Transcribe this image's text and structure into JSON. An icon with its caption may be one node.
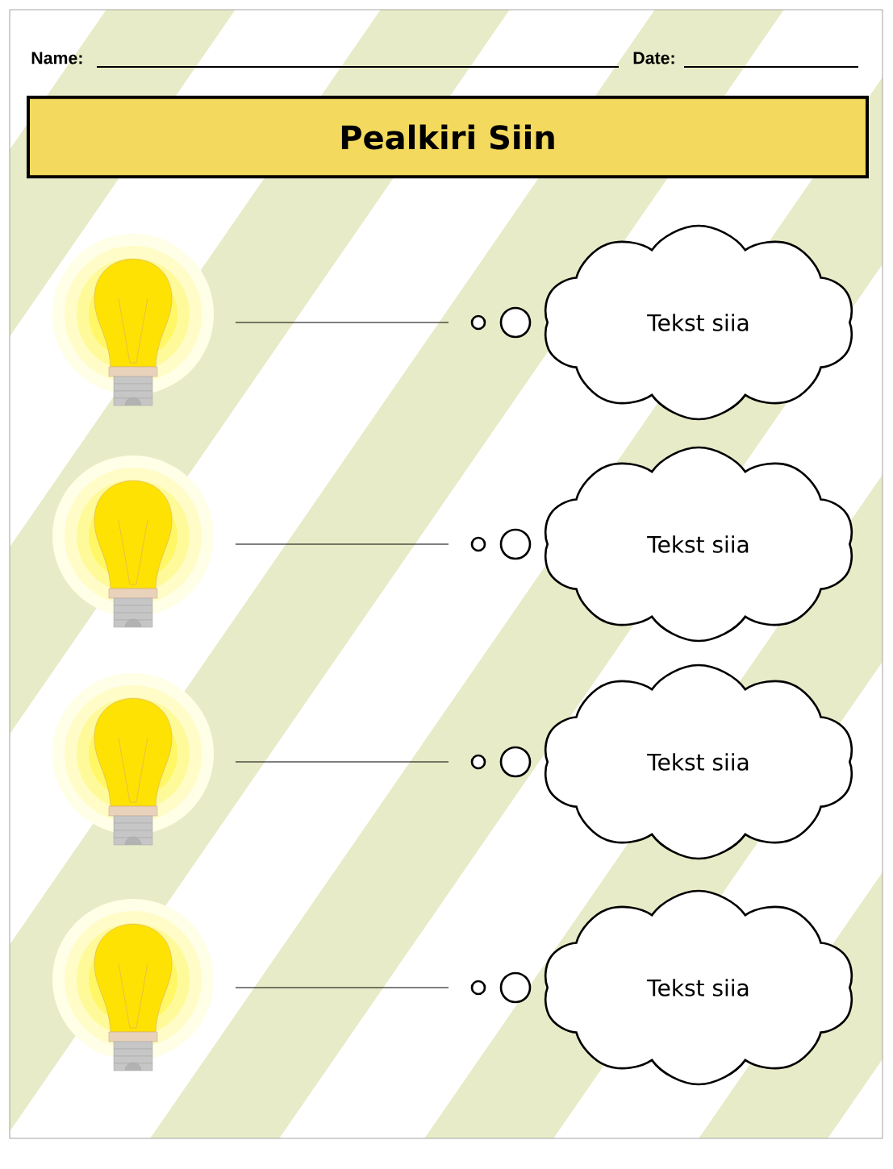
{
  "diagram": {
    "nodes": [
      {
        "text": [
          "Pealkiri Siin"
        ]
      },
      {
        "text": [
          "Tekst siia"
        ]
      },
      {
        "text": [
          "Tekst siia"
        ]
      },
      {
        "text": [
          "Tekst siia"
        ]
      },
      {
        "text": [
          "Tekst siia"
        ]
      }
    ],
    "labels": [
      "Name:",
      "Date:"
    ]
  }
}
